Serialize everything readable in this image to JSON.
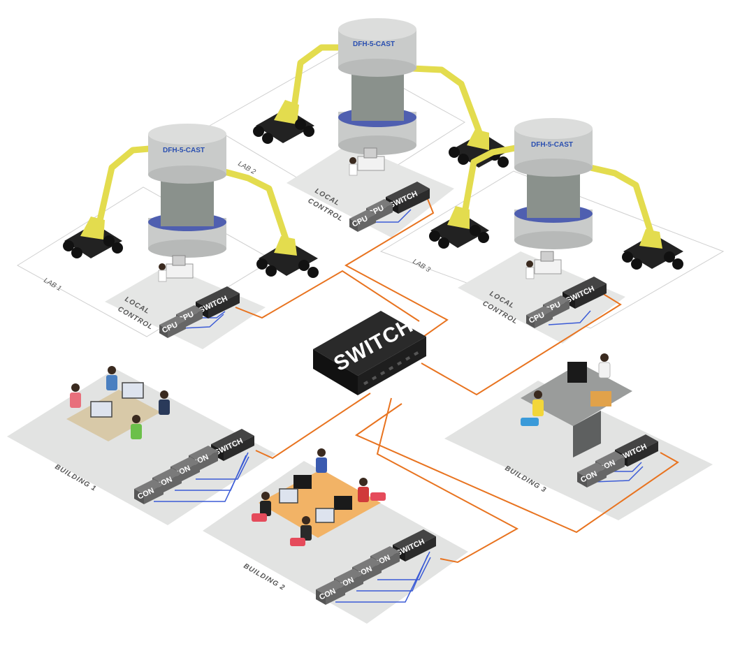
{
  "labs": [
    {
      "label": "LAB 1",
      "tower": "DFH-5-CAST",
      "local_control": [
        "LOCAL",
        "CONTROL"
      ]
    },
    {
      "label": "LAB 2",
      "tower": "DFH-5-CAST",
      "local_control": [
        "LOCAL",
        "CONTROL"
      ]
    },
    {
      "label": "LAB 3",
      "tower": "DFH-5-CAST",
      "local_control": [
        "LOCAL",
        "CONTROL"
      ]
    }
  ],
  "buildings": [
    {
      "label": "BUILDING 1"
    },
    {
      "label": "BUILDING 2"
    },
    {
      "label": "BUILDING 3"
    }
  ],
  "devices": {
    "switch": "SWITCH",
    "cpu": "CPU",
    "con": "CON"
  },
  "core_switch": "SWITCH",
  "colors": {
    "network_link": "#e8731f",
    "kvm_link": "#3b5bd6",
    "device": "#2b2b2b",
    "floor": "#e5e6e5",
    "tower": "#c9cbca",
    "crane": "#e3dc4e"
  }
}
